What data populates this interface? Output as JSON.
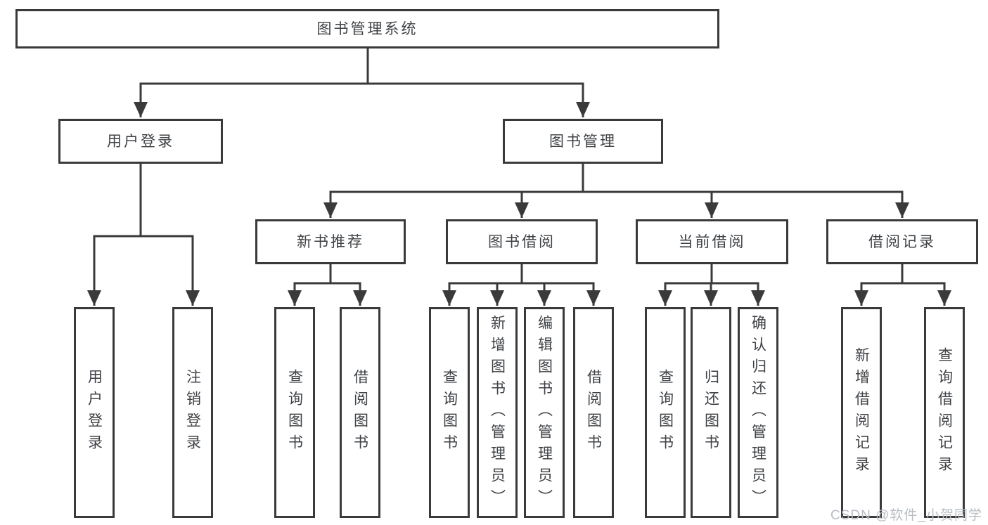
{
  "colors": {
    "line": "#3a3a3a",
    "text": "#3e4145",
    "watermark": "#b8bdc3"
  },
  "diagram": {
    "root": "图书管理系统",
    "user_login": {
      "label": "用户登录",
      "children": [
        "用户登录",
        "注销登录"
      ]
    },
    "book_mgmt": {
      "label": "图书管理",
      "groups": [
        {
          "label": "新书推荐",
          "children": [
            "查询图书",
            "借阅图书"
          ]
        },
        {
          "label": "图书借阅",
          "children": [
            "查询图书",
            "新增图书（管理员）",
            "编辑图书（管理员）",
            "借阅图书"
          ]
        },
        {
          "label": "当前借阅",
          "children": [
            "查询图书",
            "归还图书",
            "确认归还（管理员）"
          ]
        },
        {
          "label": "借阅记录",
          "children": [
            "新增借阅记录",
            "查询借阅记录"
          ]
        }
      ]
    },
    "watermark": "CSDN @软件_小贺同学"
  }
}
